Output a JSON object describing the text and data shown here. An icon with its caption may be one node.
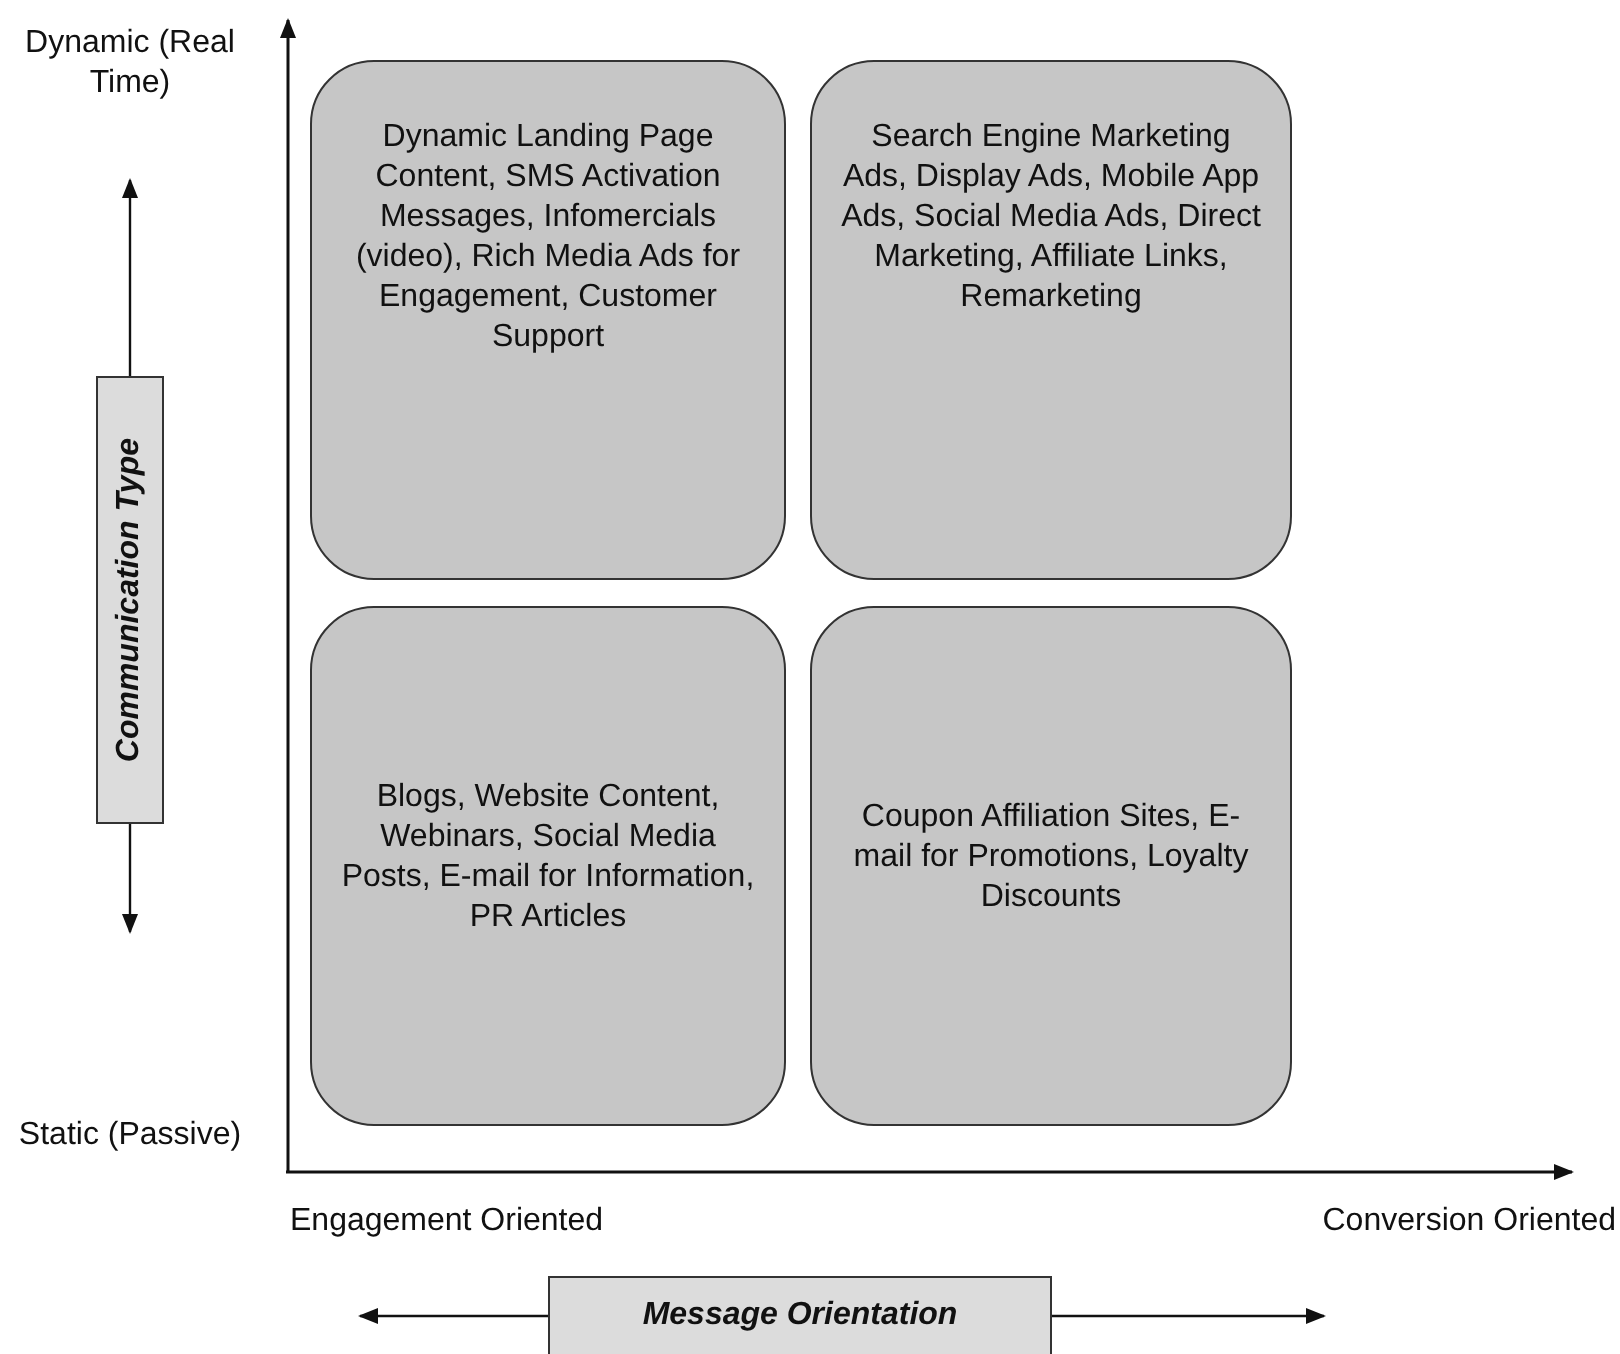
{
  "diagram": {
    "nodes": [
      {
        "text": [
          "Dynamic Landing Page Content, SMS Activation Messages, Infomercials (video), Rich Media Ads for Engagement, Customer Support"
        ]
      },
      {
        "text": [
          "Search Engine Marketing Ads, Display Ads, Mobile App Ads, Social Media Ads, Direct Marketing, Affiliate Links, Remarketing"
        ]
      },
      {
        "text": [
          "Blogs, Website Content, Webinars, Social Media Posts, E-mail for Information, PR Articles"
        ]
      },
      {
        "text": [
          "Coupon Affiliation Sites, E-mail for Promotions, Loyalty Discounts"
        ]
      },
      {
        "text": [
          "Communication Type"
        ]
      },
      {
        "text": [
          "Message Orientation"
        ]
      }
    ],
    "labels": [
      "Dynamic (Real Time)",
      "Static (Passive)",
      "Engagement Oriented",
      "Conversion Oriented"
    ]
  }
}
